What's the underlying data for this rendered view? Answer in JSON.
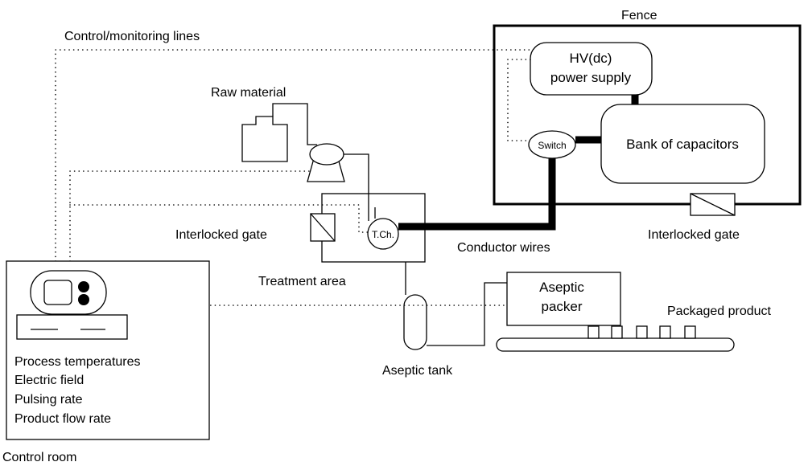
{
  "labels": {
    "fence": "Fence",
    "control_lines": "Control/monitoring lines",
    "hv_supply_line1": "HV(dc)",
    "hv_supply_line2": "power supply",
    "bank_of_capacitors": "Bank of capacitors",
    "switch": "Switch",
    "raw_material": "Raw material",
    "interlocked_gate_left": "Interlocked gate",
    "interlocked_gate_right": "Interlocked gate",
    "treatment_chamber": "T.Ch.",
    "conductor_wires": "Conductor wires",
    "treatment_area": "Treatment area",
    "aseptic_packer_line1": "Aseptic",
    "aseptic_packer_line2": "packer",
    "packaged_product": "Packaged product",
    "aseptic_tank": "Aseptic tank",
    "control_room": "Control room"
  },
  "control_panel_items": [
    "Process temperatures",
    "Electric field",
    "Pulsing rate",
    "Product flow rate"
  ]
}
